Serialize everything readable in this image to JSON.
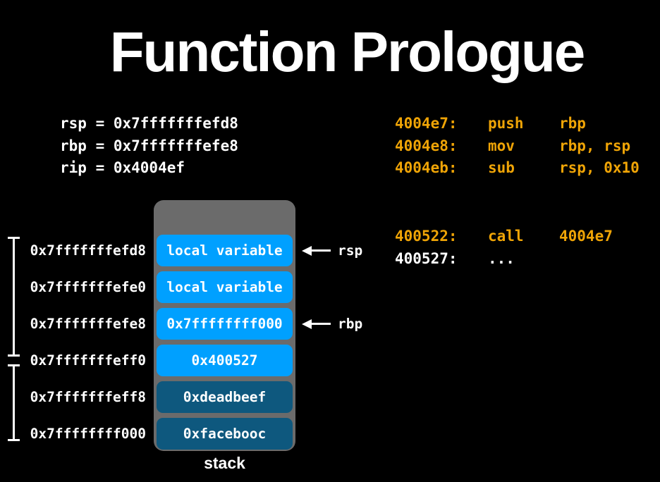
{
  "slide": {
    "title": "Function Prologue"
  },
  "registers": [
    "rsp = 0x7fffffffefd8",
    "rbp = 0x7fffffffefe8",
    "rip = 0x4004ef"
  ],
  "assembly": {
    "callee_lines": [
      {
        "address": "4004e7:",
        "mnemonic": "push",
        "operands": "rbp",
        "highlight": true
      },
      {
        "address": "4004e8:",
        "mnemonic": "mov",
        "operands": "rbp, rsp",
        "highlight": true
      },
      {
        "address": "4004eb:",
        "mnemonic": "sub",
        "operands": "rsp, 0x10",
        "highlight": true
      }
    ],
    "caller_lines": [
      {
        "address": "400522:",
        "mnemonic": "call",
        "operands": "4004e7",
        "highlight": true
      },
      {
        "address": "400527:",
        "mnemonic": "...",
        "operands": "",
        "highlight": false
      }
    ]
  },
  "stack_diagram": {
    "caption": "stack",
    "rows": [
      {
        "address": "0x7fffffffefd8",
        "value": "local variable",
        "shade": "light",
        "pointer": "rsp"
      },
      {
        "address": "0x7fffffffefe0",
        "value": "local variable",
        "shade": "light",
        "pointer": ""
      },
      {
        "address": "0x7fffffffefe8",
        "value": "0x7ffffffff000",
        "shade": "light",
        "pointer": "rbp"
      },
      {
        "address": "0x7fffffffeff0",
        "value": "0x400527",
        "shade": "light",
        "pointer": ""
      },
      {
        "address": "0x7fffffffeff8",
        "value": "0xdeadbeef",
        "shade": "dark",
        "pointer": ""
      },
      {
        "address": "0x7ffffffff000",
        "value": "0xfacebooc",
        "shade": "dark",
        "pointer": ""
      }
    ]
  },
  "colors": {
    "background": "#000000",
    "text": "#ffffff",
    "asm_orange": "#efa406",
    "stack_light_blue": "#00a0ff",
    "stack_dark_blue": "#0e587e",
    "stack_gray": "#6b6b6b"
  }
}
